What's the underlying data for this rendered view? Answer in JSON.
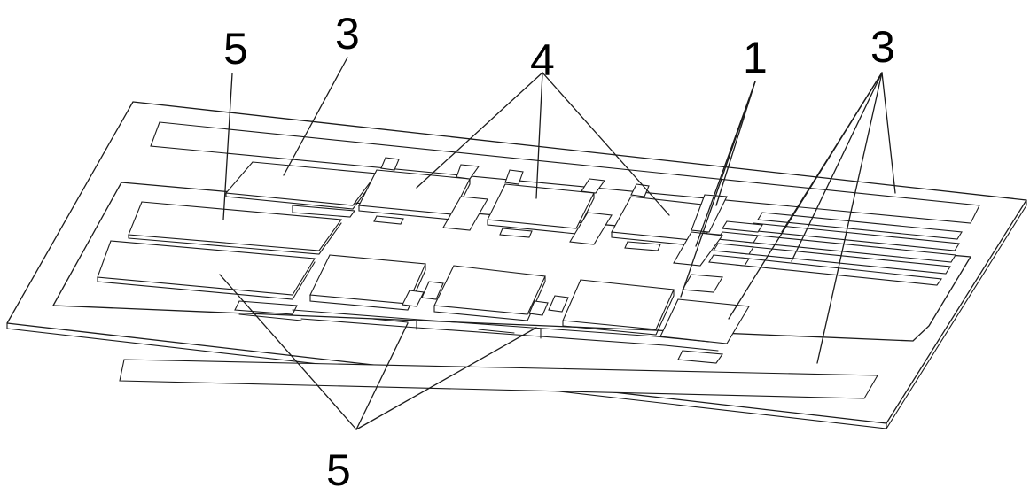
{
  "figure": {
    "callouts": {
      "part_5_top_left": "5",
      "part_3_top_left": "3",
      "part_4_top": "4",
      "part_1_top_right": "1",
      "part_3_top_right": "3",
      "part_5_bottom": "5"
    }
  }
}
